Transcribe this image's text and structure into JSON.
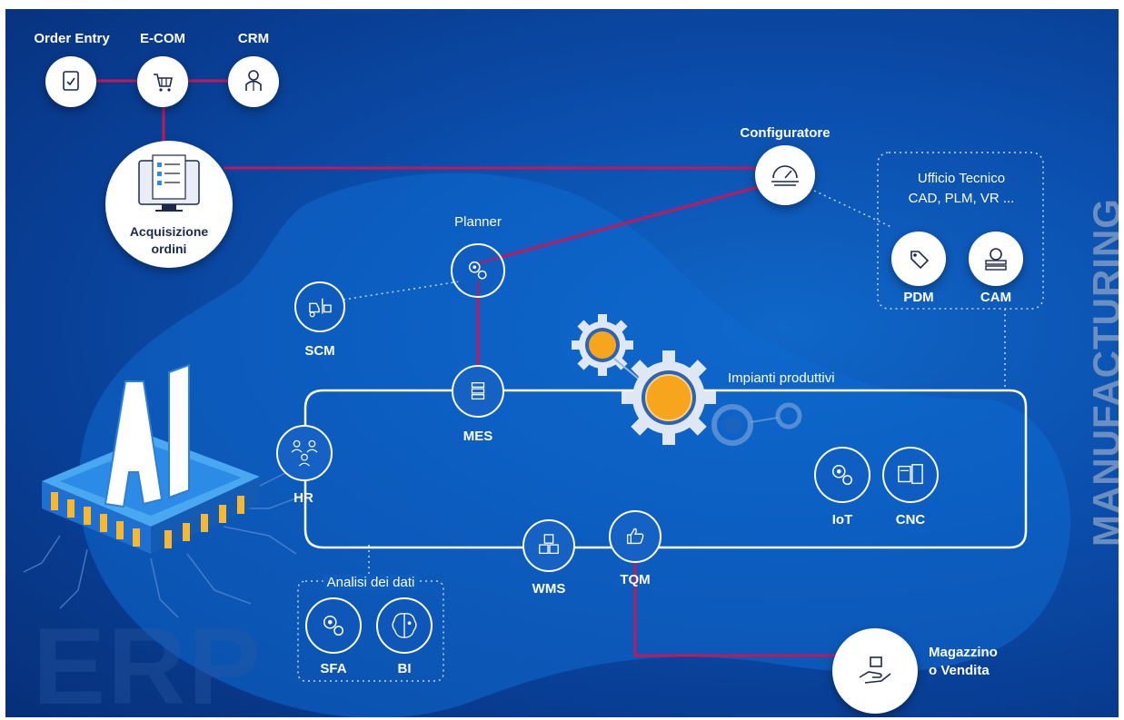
{
  "top_nodes": {
    "order_entry": "Order Entry",
    "ecom": "E-COM",
    "crm": "CRM"
  },
  "acquisizione": {
    "line1": "Acquisizione",
    "line2": "ordini"
  },
  "configuratore": "Configuratore",
  "ufficio_tecnico": {
    "line1": "Ufficio Tecnico",
    "line2": "CAD, PLM, VR ..."
  },
  "pdm": "PDM",
  "cam": "CAM",
  "planner": "Planner",
  "scm": "SCM",
  "mes": "MES",
  "hr": "HR",
  "impianti": "Impianti produttivi",
  "iot": "IoT",
  "cnc": "CNC",
  "wms": "WMS",
  "tqm": "TQM",
  "analisi": "Analisi dei dati",
  "sfa": "SFA",
  "bi": "BI",
  "magazzino": {
    "line1": "Magazzino",
    "line2": "o Vendita"
  },
  "chip_text": "AI",
  "watermark_manufacturing": "MANUFACTURING",
  "watermark_erp": "ERP",
  "colors": {
    "background": "#0b4fae",
    "connector": "#c2185b",
    "gear_orange": "#f7a51c",
    "white": "#ffffff"
  }
}
